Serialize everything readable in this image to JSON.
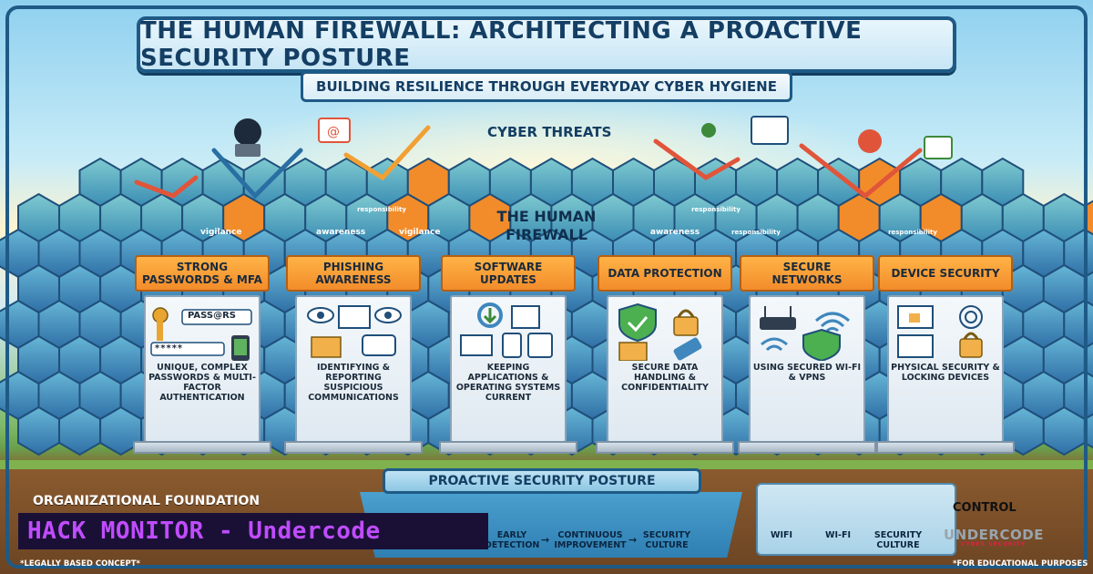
{
  "title": "THE HUMAN FIREWALL: ARCHITECTING A PROACTIVE SECURITY POSTURE",
  "subtitle": "BUILDING RESILIENCE THROUGH EVERYDAY CYBER HYGIENE",
  "threats_label": "CYBER THREATS",
  "human_firewall": "THE HUMAN FIREWALL",
  "tags": {
    "vigilance": "vigilance",
    "awareness": "awareness",
    "responsibility": "responsibility"
  },
  "pillars": [
    {
      "title": "STRONG PASSWORDS & MFA",
      "desc": "UNIQUE, COMPLEX PASSWORDS & MULTI-FACTOR AUTHENTICATION",
      "icon_text": "PASS@RS",
      "icon_text2": "*****"
    },
    {
      "title": "PHISHING AWARENESS",
      "desc": "IDENTIFYING & REPORTING SUSPICIOUS COMMUNICATIONS"
    },
    {
      "title": "SOFTWARE UPDATES",
      "desc": "KEEPING APPLICATIONS & OPERATING SYSTEMS CURRENT"
    },
    {
      "title": "DATA PROTECTION",
      "desc": "SECURE DATA HANDLING & CONFIDENTIALITY"
    },
    {
      "title": "SECURE NETWORKS",
      "desc": "USING SECURED WI-FI & VPNS"
    },
    {
      "title": "DEVICE SECURITY",
      "desc": "PHYSICAL SECURITY & LOCKING DEVICES"
    }
  ],
  "posture": {
    "label": "PROACTIVE SECURITY POSTURE",
    "items": [
      "EARLY DETECTION",
      "CONTINUOUS IMPROVEMENT",
      "SECURITY CULTURE"
    ]
  },
  "org_label": "ORGANIZATIONAL FOUNDATION",
  "right_items": [
    "WIFI",
    "WI-FI",
    "SECURITY CULTURE"
  ],
  "watermark": "HACK MONITOR - Undercode",
  "footer_left": "*LEGALLY BASED CONCEPT*",
  "footer_right": "*FOR EDUCATIONAL PURPOSES",
  "brand": "UNDERCODE",
  "brand_sub": "CYBER SECURITY",
  "control": "CONTROL",
  "colors": {
    "navy": "#1f5a86",
    "orange": "#f28c2a",
    "hex_blue": "#3f87bd",
    "hex_teal": "#5fb3c0",
    "watermark_purple": "#c04cff"
  }
}
